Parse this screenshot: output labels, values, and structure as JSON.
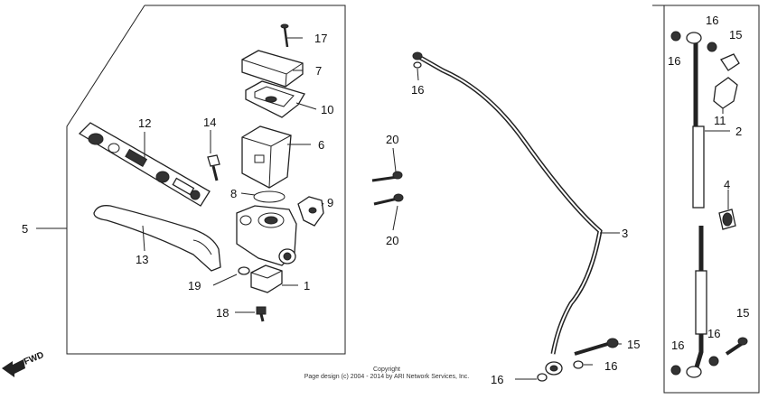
{
  "callouts": {
    "c1": "1",
    "c2": "2",
    "c3": "3",
    "c4": "4",
    "c5": "5",
    "c6": "6",
    "c7": "7",
    "c8": "8",
    "c9": "9",
    "c10": "10",
    "c11": "11",
    "c12": "12",
    "c13": "13",
    "c14": "14",
    "c15a": "15",
    "c15b": "15",
    "c15c": "15",
    "c16a": "16",
    "c16b": "16",
    "c16c": "16",
    "c16d": "16",
    "c16e": "16",
    "c16f": "16",
    "c16g": "16",
    "c17": "17",
    "c18": "18",
    "c19": "19",
    "c20a": "20",
    "c20b": "20"
  },
  "fwd_label": "FWD",
  "copyright": {
    "line1": "Copyright",
    "line2": "Page design (c) 2004 - 2014 by ARI Network Services, Inc."
  }
}
